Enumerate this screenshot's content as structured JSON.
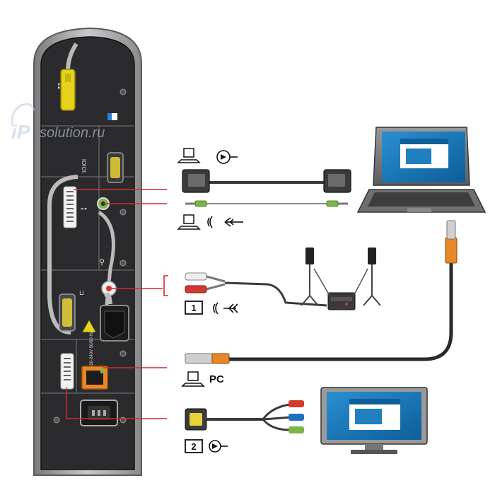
{
  "watermark": {
    "prefix": "iP",
    "suffix": "solution.ru"
  },
  "labels": {
    "pc": "PC",
    "one": "1",
    "two": "2"
  },
  "device": {
    "vertical_text_1": "IOIOI",
    "vertical_text_2": "100-240V 50/60 Hz"
  },
  "colors": {
    "panel": "#2b2b2d",
    "callout": "#d9262b",
    "cable_dark": "#3a3a3a",
    "plug_yellow": "#e6d21a",
    "plug_orange": "#e8872a",
    "audio_green": "#7ab648",
    "rca_red": "#d23a2d",
    "rca_white": "#eeeeee",
    "screen_blue": "#1f7fbf"
  },
  "icons": [
    "laptop-icon",
    "audio-out-icon",
    "audio-in-icon",
    "component-video-icon",
    "pc-icon"
  ]
}
